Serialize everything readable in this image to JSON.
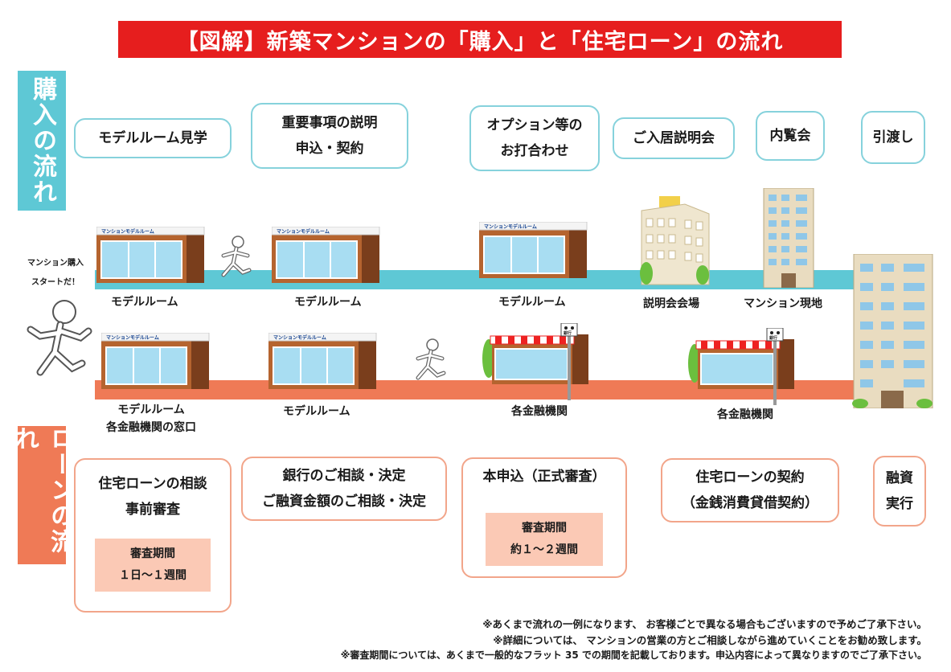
{
  "title": "【図解】新築マンションの「購入」と「住宅ローン」の流れ",
  "side": {
    "purchase": "購入の流れ",
    "loan": "ローンの流れ"
  },
  "start": {
    "line1": "マンション購入",
    "line2": "スタートだ！"
  },
  "purchase_steps": [
    {
      "l1": "モデルルーム見学",
      "l2": ""
    },
    {
      "l1": "重要事項の説明",
      "l2": "申込・契約"
    },
    {
      "l1": "オプション等の",
      "l2": "お打合わせ"
    },
    {
      "l1": "ご入居説明会",
      "l2": ""
    },
    {
      "l1": "内覧会",
      "l2": ""
    },
    {
      "l1": "引渡し",
      "l2": ""
    }
  ],
  "purchase_places": [
    "モデルルーム",
    "モデルルーム",
    "モデルルーム",
    "説明会会場",
    "マンション現地"
  ],
  "loan_places": [
    {
      "l1": "モデルルーム",
      "l2": "各金融機関の窓口"
    },
    {
      "l1": "モデルルーム",
      "l2": ""
    },
    {
      "l1": "各金融機関",
      "l2": ""
    },
    {
      "l1": "各金融機関",
      "l2": ""
    }
  ],
  "loan_steps": [
    {
      "l1": "住宅ローンの相談",
      "l2": "事前審査"
    },
    {
      "l1": "銀行のご相談・決定",
      "l2": "ご融資金額のご相談・決定"
    },
    {
      "l1": "本申込（正式審査）",
      "l2": ""
    },
    {
      "l1": "住宅ローンの契約",
      "l2": "（金銭消費貸借契約）"
    },
    {
      "l1": "融資",
      "l2": "実行"
    }
  ],
  "periods": [
    {
      "l1": "審査期間",
      "l2": "１日～１週間"
    },
    {
      "l1": "審査期間",
      "l2": "約１～２週間"
    }
  ],
  "signs": {
    "modelroom": "マンションモデルルーム",
    "bank": "銀行"
  },
  "notes": [
    "※あくまで流れの一例になります、 お客様ごとで異なる場合もございますので予めご了承下さい。",
    "※詳細については、 マンションの営業の方とご相談しながら進めていくことをお勧め致します。",
    "※審査期間については、あくまで一般的なフラット 35 での期間を記載しております。申込内容によって異なりますのでご了承下さい。"
  ],
  "colors": {
    "title_bg": "#e61e1e",
    "purchase": "#5ec8d5",
    "loan": "#ef7a56",
    "period_bg": "#fbc9b5"
  }
}
